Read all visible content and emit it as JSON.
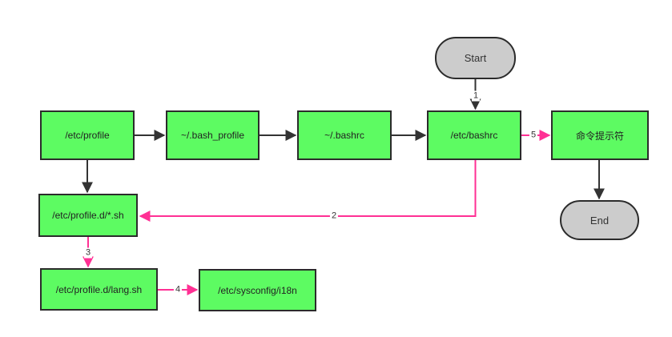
{
  "diagram": {
    "type": "flowchart",
    "description": "Linux bash shell startup configuration file loading order",
    "nodes": {
      "start": {
        "label": "Start",
        "shape": "terminal"
      },
      "etc_profile": {
        "label": "/etc/profile",
        "shape": "process"
      },
      "bash_profile": {
        "label": "~/.bash_profile",
        "shape": "process"
      },
      "bashrc": {
        "label": "~/.bashrc",
        "shape": "process"
      },
      "etc_bashrc": {
        "label": "/etc/bashrc",
        "shape": "process"
      },
      "prompt": {
        "label": "命令提示符",
        "shape": "process"
      },
      "end": {
        "label": "End",
        "shape": "terminal"
      },
      "profile_d": {
        "label": "/etc/profile.d/*.sh",
        "shape": "process"
      },
      "lang_sh": {
        "label": "/etc/profile.d/lang.sh",
        "shape": "process"
      },
      "i18n": {
        "label": "/etc/sysconfig/i18n",
        "shape": "process"
      }
    },
    "edges": [
      {
        "from": "start",
        "to": "etc_bashrc",
        "label": "1",
        "color": "black"
      },
      {
        "from": "etc_profile",
        "to": "bash_profile",
        "label": "",
        "color": "black"
      },
      {
        "from": "bash_profile",
        "to": "bashrc",
        "label": "",
        "color": "black"
      },
      {
        "from": "bashrc",
        "to": "etc_bashrc",
        "label": "",
        "color": "black"
      },
      {
        "from": "etc_bashrc",
        "to": "prompt",
        "label": "5",
        "color": "pink"
      },
      {
        "from": "prompt",
        "to": "end",
        "label": "",
        "color": "black"
      },
      {
        "from": "etc_bashrc",
        "to": "profile_d",
        "label": "2",
        "color": "pink"
      },
      {
        "from": "etc_profile",
        "to": "profile_d",
        "label": "",
        "color": "black"
      },
      {
        "from": "profile_d",
        "to": "lang_sh",
        "label": "3",
        "color": "pink"
      },
      {
        "from": "lang_sh",
        "to": "i18n",
        "label": "4",
        "color": "pink"
      }
    ],
    "edge_labels": {
      "start_to_etc_bashrc": "1",
      "etc_bashrc_to_profile_d": "2",
      "profile_d_to_lang_sh": "3",
      "lang_sh_to_i18n": "4",
      "etc_bashrc_to_prompt": "5"
    },
    "colors": {
      "process_fill": "#5dfb62",
      "process_border": "#2b2b2b",
      "terminal_fill": "#cccccc",
      "terminal_border": "#2b2b2b",
      "edge_black": "#333333",
      "edge_pink": "#ff3094",
      "text": "#222222",
      "background": "#ffffff"
    }
  }
}
